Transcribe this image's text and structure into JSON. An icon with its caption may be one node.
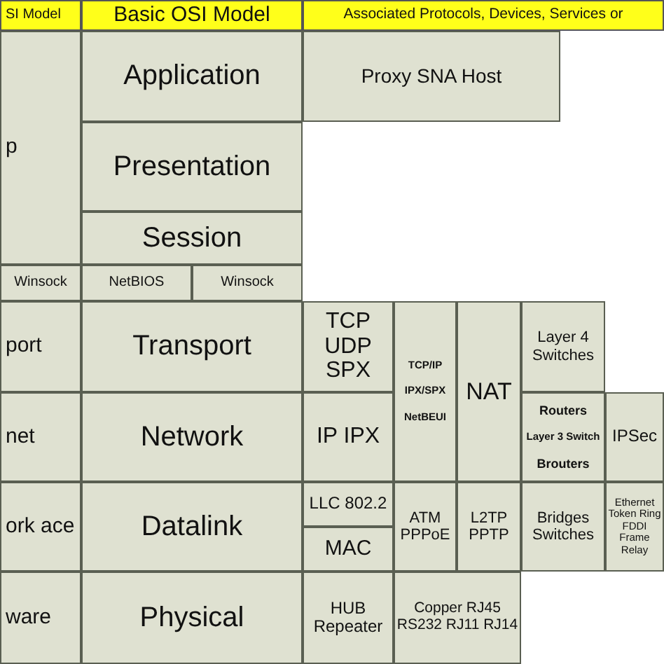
{
  "diagram": {
    "nodes": [
      {
        "text": [
          "SI Model"
        ]
      },
      {
        "text": [
          "Basic OSI Model"
        ]
      },
      {
        "text": [
          "Associated Protocols, Devices, Services or"
        ]
      },
      {
        "text": [
          "p"
        ]
      },
      {
        "text": [
          "Application"
        ]
      },
      {
        "text": [
          "Proxy SNA Host"
        ]
      },
      {
        "text": [
          "Presentation"
        ]
      },
      {
        "text": [
          "Session"
        ]
      },
      {
        "text": [
          "Winsock"
        ]
      },
      {
        "text": [
          "NetBIOS"
        ]
      },
      {
        "text": [
          "Winsock"
        ]
      },
      {
        "text": [
          "port"
        ]
      },
      {
        "text": [
          "Transport"
        ]
      },
      {
        "text": [
          "TCP UDP SPX"
        ]
      },
      {
        "text": [
          "TCP/IP",
          "IPX/SPX",
          "NetBEUI"
        ]
      },
      {
        "text": [
          "NAT"
        ]
      },
      {
        "text": [
          "Layer 4 Switches"
        ]
      },
      {
        "text": [
          "net"
        ]
      },
      {
        "text": [
          "Network"
        ]
      },
      {
        "text": [
          "IP IPX"
        ]
      },
      {
        "text": [
          "Routers",
          "Layer 3 Switch",
          "Brouters"
        ]
      },
      {
        "text": [
          "IPSec"
        ]
      },
      {
        "text": [
          "ork ace"
        ]
      },
      {
        "text": [
          "Datalink"
        ]
      },
      {
        "text": [
          "LLC 802.2"
        ]
      },
      {
        "text": [
          "ATM PPPoE"
        ]
      },
      {
        "text": [
          "L2TP PPTP"
        ]
      },
      {
        "text": [
          "Bridges Switches"
        ]
      },
      {
        "text": [
          "Ethernet Token Ring FDDI Frame Relay"
        ]
      },
      {
        "text": [
          "MAC"
        ]
      },
      {
        "text": [
          "ware"
        ]
      },
      {
        "text": [
          "Physical"
        ]
      },
      {
        "text": [
          "HUB Repeater"
        ]
      },
      {
        "text": [
          "Copper RJ45 RS232 RJ11 RJ14"
        ]
      }
    ]
  }
}
